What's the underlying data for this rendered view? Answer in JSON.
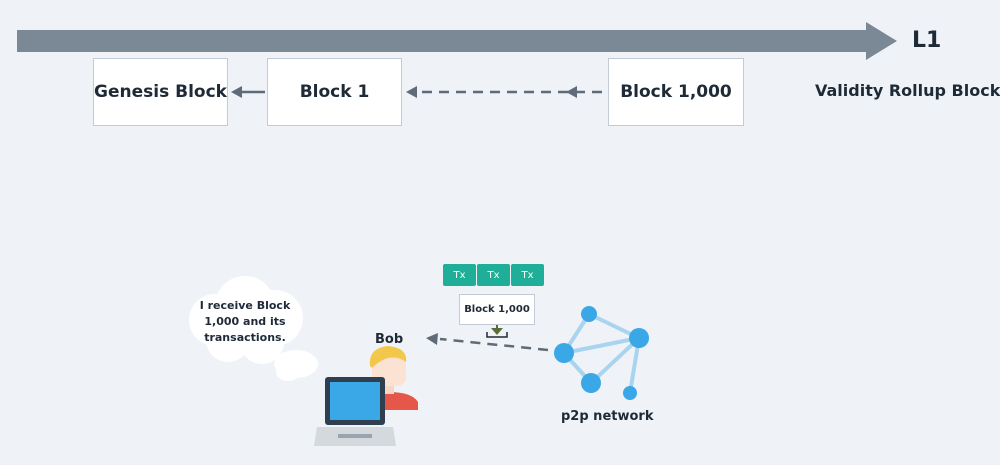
{
  "timeline": {
    "label": "L1"
  },
  "rollup": {
    "label": "Validity Rollup Blocks",
    "blocks": [
      {
        "label": "Genesis Block"
      },
      {
        "label": "Block 1"
      },
      {
        "label": "Block 1,000"
      }
    ]
  },
  "transactions": [
    "Tx",
    "Tx",
    "Tx"
  ],
  "incoming_block": {
    "label": "Block 1,000"
  },
  "user": {
    "name": "Bob",
    "thought": "I receive Block 1,000 and its transactions."
  },
  "network": {
    "label": "p2p network"
  },
  "colors": {
    "timeline_arrow": "#7b8896",
    "tx": "#1fae97",
    "node": "#3aa7e6",
    "edge": "#a9d4f0"
  }
}
